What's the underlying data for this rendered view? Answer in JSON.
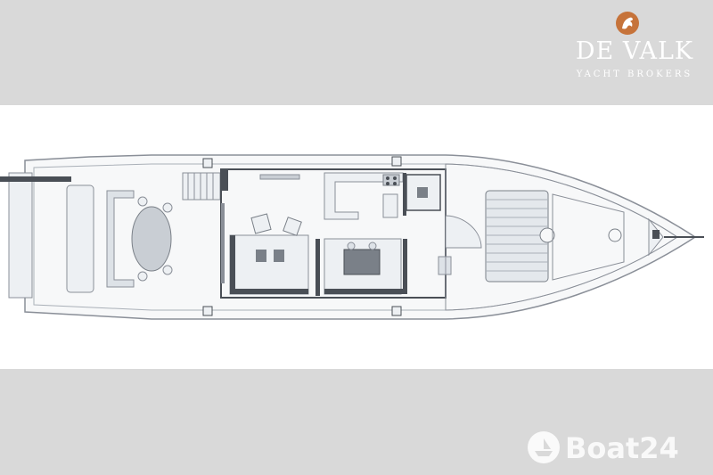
{
  "logo": {
    "name": "DE VALK",
    "subtitle": "YACHT BROKERS",
    "badge_icon": "horse-head-icon",
    "badge_color": "#c6733a"
  },
  "watermark": {
    "text": "Boat24",
    "icon": "boat24-logo-icon"
  },
  "colors": {
    "background_band": "#d9d9d9",
    "plan_background": "#ffffff",
    "plan_line": "#8a8f98",
    "plan_fill": "#edf0f3",
    "furniture_dark": "#4a4f56",
    "deck_fill": "#dde2e7"
  }
}
